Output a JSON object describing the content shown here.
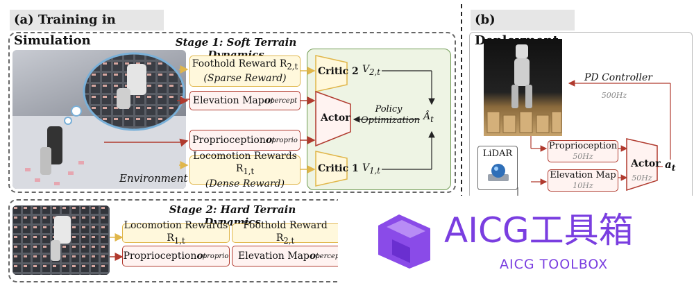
{
  "panel_a": {
    "header": "(a) Training in Simulation",
    "stage1": {
      "title": "Stage 1: Soft Terrain Dynamics",
      "environment_label": "Environment",
      "foothold_reward": {
        "main": "Foothold Reward R",
        "sub": "2,t",
        "note": "(Sparse Reward)"
      },
      "elevation_map": {
        "main": "Elevation Map ",
        "sym": "o",
        "sub": "t",
        "sup": "percept"
      },
      "proprioception": {
        "main": "Proprioception ",
        "sym": "o",
        "sub": "t",
        "sup": "proprio"
      },
      "locomotion_rewards": {
        "main": "Locomotion Rewards R",
        "sub": "1,t",
        "note": "(Dense Reward)"
      },
      "critic2": "Critic 2",
      "critic1": "Critic 1",
      "actor": "Actor",
      "v2": {
        "sym": "V",
        "sub": "2,t"
      },
      "v1": {
        "sym": "V",
        "sub": "1,t"
      },
      "advantage": {
        "sym": "Â",
        "sub": "t"
      },
      "policy_opt_line1": "Policy",
      "policy_opt_line2": "Optimization"
    },
    "stage2": {
      "title": "Stage 2: Hard Terrain Dynamics",
      "locomotion_rewards": {
        "main": "Locomotion Rewards R",
        "sub": "1,t"
      },
      "foothold_reward": {
        "main": "Foothold Reward R",
        "sub": "2,t"
      },
      "proprioception": {
        "main": "Proprioception ",
        "sym": "o",
        "sub": "t",
        "sup": "proprio"
      },
      "elevation_map": {
        "main": "Elevation Map ",
        "sym": "o",
        "sub": "t",
        "sup": "percept"
      }
    }
  },
  "panel_b": {
    "header": "(b) Deployment",
    "pd_controller": "PD Controller",
    "pd_freq": "500Hz",
    "lidar": "LiDAR",
    "proprioception": "Proprioception",
    "proprio_freq": "50Hz",
    "elevation_map": "Elevation Map",
    "elev_freq": "10Hz",
    "actor": "Actor",
    "actor_freq": "50Hz",
    "action": {
      "sym": "a",
      "sub": "t"
    }
  },
  "watermark": {
    "title": "AICG工具箱",
    "subtitle": "AICG TOOLBOX"
  },
  "colors": {
    "yellow_border": "#e0b64a",
    "red_border": "#b03a2e",
    "green_bg": "#eef4e4",
    "logo_purple": "#7a3ee0"
  }
}
